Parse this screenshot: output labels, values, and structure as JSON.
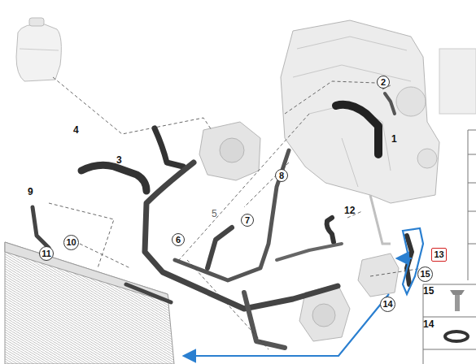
{
  "diagram": {
    "nodes": [
      {
        "text": [
          "2"
        ]
      },
      {
        "text": [
          "8"
        ]
      },
      {
        "text": [
          "7"
        ]
      },
      {
        "text": [
          "6"
        ]
      },
      {
        "text": [
          "10"
        ]
      },
      {
        "text": [
          "11"
        ]
      },
      {
        "text": [
          "13"
        ]
      },
      {
        "text": [
          "15"
        ]
      },
      {
        "text": [
          "14"
        ]
      }
    ],
    "labels": [
      "1",
      "3",
      "4",
      "5",
      "9",
      "12",
      "15",
      "14"
    ]
  }
}
